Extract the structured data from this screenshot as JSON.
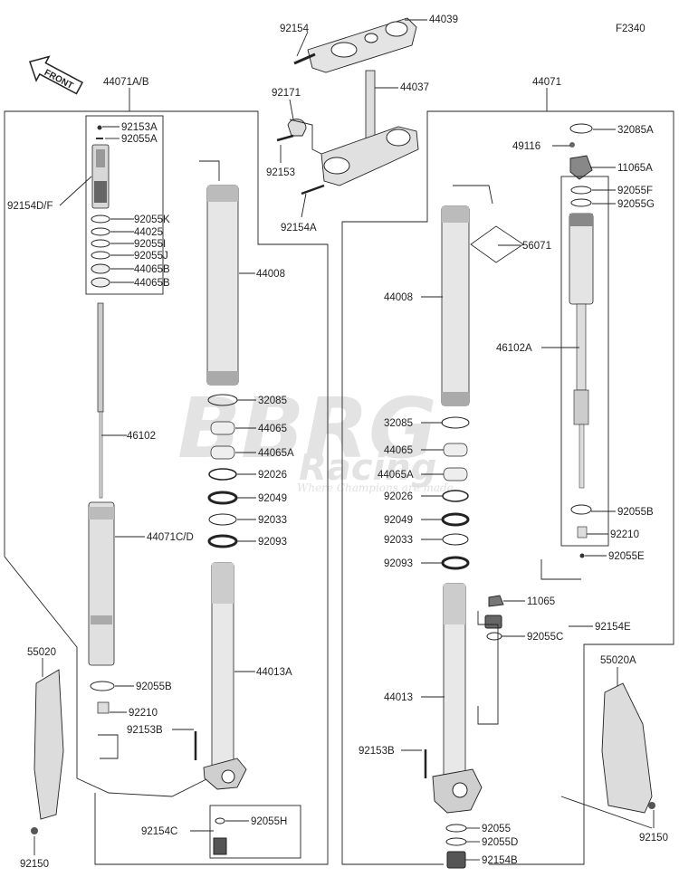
{
  "diagram_code": "F2340",
  "front_label": "FRONT",
  "watermark": {
    "brand": "BBRG",
    "sub": "Racing",
    "tagline": "Where Champions are made"
  },
  "labels": {
    "l_92154_top": "92154",
    "l_44039": "44039",
    "l_44037": "44037",
    "l_92171": "92171",
    "l_92153_clamp": "92153",
    "l_92154A": "92154A",
    "l_44071AB": "44071A/B",
    "l_44071": "44071",
    "l_92153A": "92153A",
    "l_92055A": "92055A",
    "l_92154DF": "92154D/F",
    "l_92055K": "92055K",
    "l_44025": "44025",
    "l_92055I": "92055I",
    "l_92055J": "92055J",
    "l_44065B_1": "44065B",
    "l_44065B_2": "44065B",
    "l_44008_L": "44008",
    "l_32085_L": "32085",
    "l_44065_L": "44065",
    "l_44065A_L": "44065A",
    "l_92026_L": "92026",
    "l_92049_L": "92049",
    "l_92033_L": "92033",
    "l_92093_L": "92093",
    "l_46102": "46102",
    "l_44071CD": "44071C/D",
    "l_55020": "55020",
    "l_44013A": "44013A",
    "l_92055B_L": "92055B",
    "l_92210_L": "92210",
    "l_92153B_L": "92153B",
    "l_92154C": "92154C",
    "l_92055H": "92055H",
    "l_92150_L": "92150",
    "l_32085A": "32085A",
    "l_49116": "49116",
    "l_11065A": "11065A",
    "l_92055F": "92055F",
    "l_92055G": "92055G",
    "l_56071": "56071",
    "l_44008_R": "44008",
    "l_46102A": "46102A",
    "l_32085_R": "32085",
    "l_44065_R": "44065",
    "l_44065A_R": "44065A",
    "l_92026_R": "92026",
    "l_92049_R": "92049",
    "l_92033_R": "92033",
    "l_92093_R": "92093",
    "l_92055B_R": "92055B",
    "l_92210_R": "92210",
    "l_92055E": "92055E",
    "l_11065": "11065",
    "l_92154E": "92154E",
    "l_92055C": "92055C",
    "l_55020A": "55020A",
    "l_44013": "44013",
    "l_92153B_R": "92153B",
    "l_92055": "92055",
    "l_92055D": "92055D",
    "l_92154B": "92154B",
    "l_92150_R": "92150"
  }
}
